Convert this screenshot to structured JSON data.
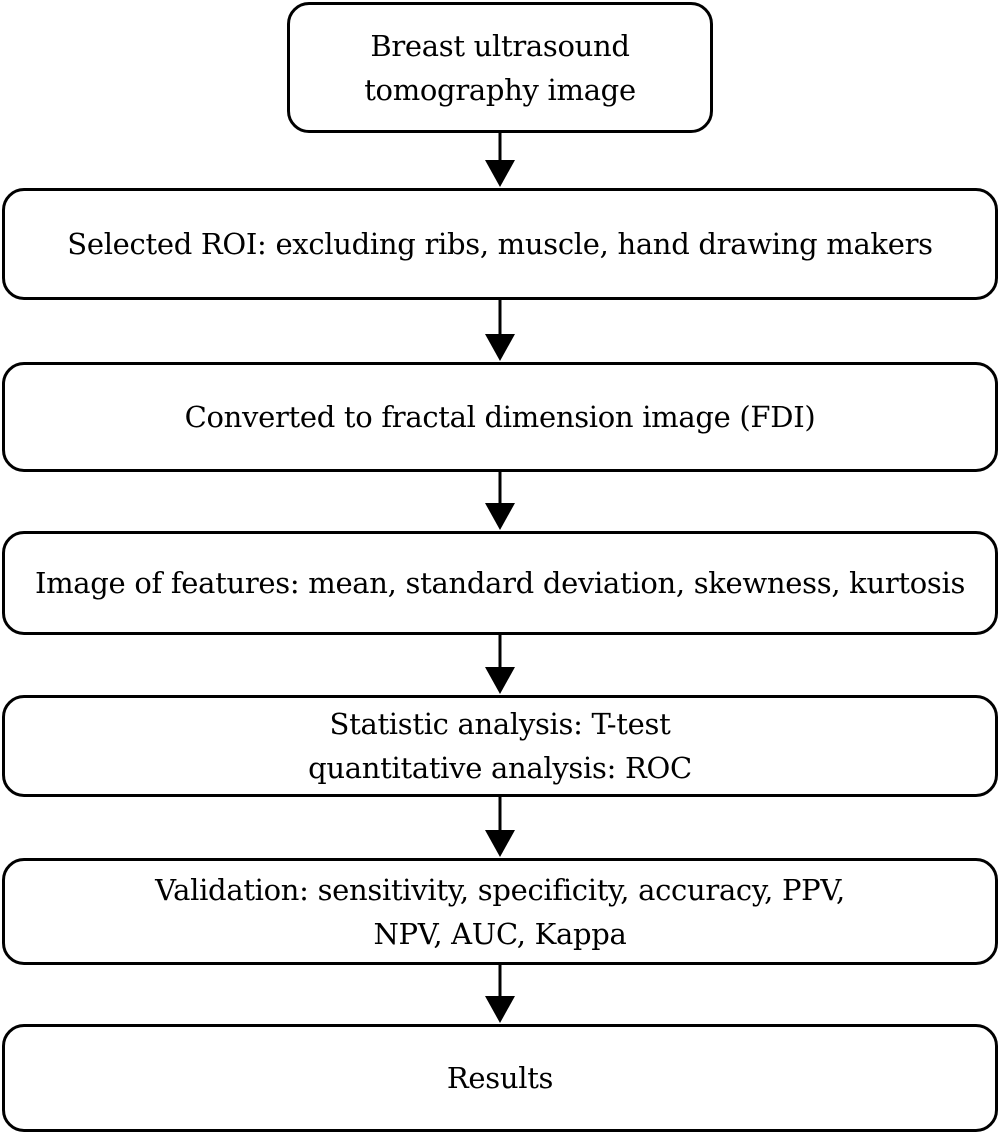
{
  "diagram": {
    "type": "flowchart",
    "direction": "top-to-bottom",
    "nodes": [
      {
        "id": "n1",
        "lines": [
          "Breast ultrasound",
          "tomography image"
        ]
      },
      {
        "id": "n2",
        "lines": [
          "Selected ROI: excluding ribs, muscle, hand drawing makers"
        ]
      },
      {
        "id": "n3",
        "lines": [
          "Converted to fractal dimension image (FDI)"
        ]
      },
      {
        "id": "n4",
        "lines": [
          "Image of features: mean, standard deviation, skewness, kurtosis"
        ]
      },
      {
        "id": "n5",
        "lines": [
          "Statistic analysis: T-test",
          "quantitative analysis: ROC"
        ]
      },
      {
        "id": "n6",
        "lines": [
          "Validation: sensitivity, specificity, accuracy, PPV,",
          "NPV, AUC, Kappa"
        ]
      },
      {
        "id": "n7",
        "lines": [
          "Results"
        ]
      }
    ],
    "edges": [
      {
        "from": "n1",
        "to": "n2"
      },
      {
        "from": "n2",
        "to": "n3"
      },
      {
        "from": "n3",
        "to": "n4"
      },
      {
        "from": "n4",
        "to": "n5"
      },
      {
        "from": "n5",
        "to": "n6"
      },
      {
        "from": "n6",
        "to": "n7"
      }
    ],
    "colors": {
      "stroke": "#000000",
      "fill": "#ffffff",
      "text": "#000000"
    }
  }
}
